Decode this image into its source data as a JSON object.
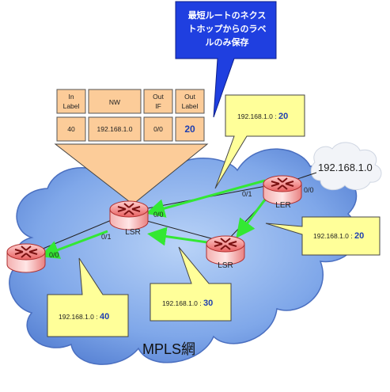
{
  "callout": {
    "lines": [
      "最短ルートのネクス",
      "トホップからのラベ",
      "ルのみ保存"
    ]
  },
  "table": {
    "headers": [
      [
        "In",
        "Label"
      ],
      [
        "NW"
      ],
      [
        "Out",
        "IF"
      ],
      [
        "Out",
        "Label"
      ]
    ],
    "row": {
      "in_label": "40",
      "nw": "192.168.1.0",
      "out_if": "0/0",
      "out_label": "20"
    }
  },
  "network_label": "192.168.1.0",
  "cloud_label": "MPLS網",
  "routers": {
    "lsr_main": "LSR",
    "ler": "LER",
    "lsr_lower": "LSR"
  },
  "ports": {
    "ler_left": "0/1",
    "ler_right": "0/0",
    "lsr_main_right": "0/0",
    "lsr_main_left": "0/1",
    "edge_right": "0/0"
  },
  "notes": {
    "top": {
      "prefix": "192.168.1.0 : ",
      "label": "20"
    },
    "right": {
      "prefix": "192.168.1.0 : ",
      "label": "20"
    },
    "middle": {
      "prefix": "192.168.1.0 : ",
      "label": "30"
    },
    "left": {
      "prefix": "192.168.1.0 : ",
      "label": "40"
    }
  },
  "colors": {
    "cloud": "#7ba3e8",
    "callout_blue": "#1f3fe0",
    "table_fill": "#fccc99",
    "note_fill": "#ffff99",
    "arrow_green": "#33e833",
    "router_red": "#d83a3a",
    "label_accent": "#1f3fb0"
  }
}
